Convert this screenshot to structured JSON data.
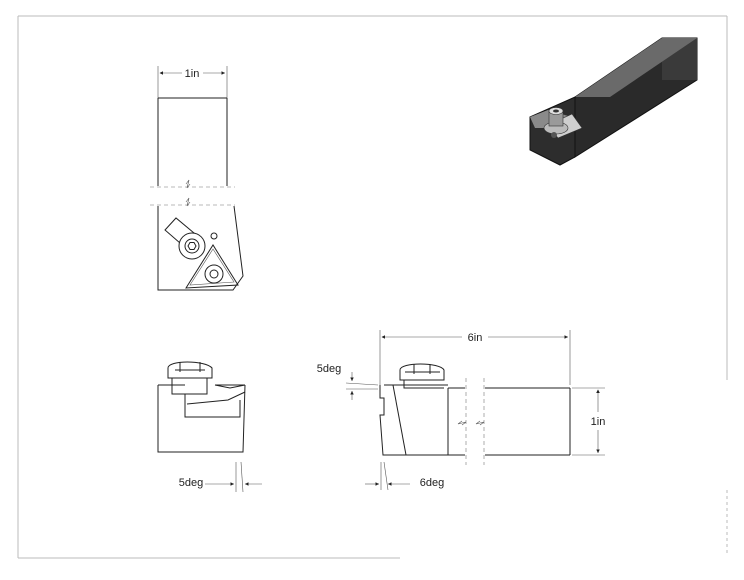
{
  "drawing": {
    "dimensions": {
      "top_width": "1in",
      "front_left_angle": "5deg",
      "side_length": "6in",
      "side_top_angle": "5deg",
      "side_bottom_angle": "6deg",
      "side_height": "1in"
    },
    "views": [
      "top-view",
      "front-view",
      "side-view",
      "isometric-view"
    ]
  }
}
